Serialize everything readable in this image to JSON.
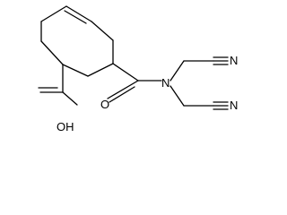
{
  "molecule": {
    "atoms": {
      "nitrogen_amide": "N",
      "nitrogen_nitrile_top": "N",
      "nitrogen_nitrile_bottom": "N",
      "carbonyl_oxygen": "O",
      "hydroxyl": "OH"
    },
    "colors": {
      "bond": "#000000",
      "text": "#000000",
      "background": "#ffffff"
    }
  }
}
